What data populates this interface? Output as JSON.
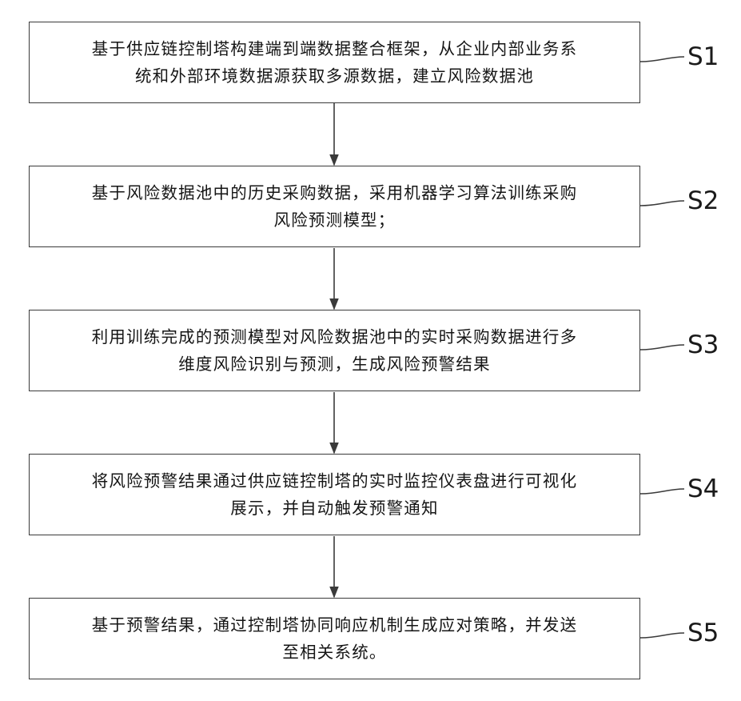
{
  "flowchart": {
    "steps": [
      {
        "label": "S1",
        "text_line1": "基于供应链控制塔构建端到端数据整合框架，从企业内部业务系",
        "text_line2": "统和外部环境数据源获取多源数据，建立风险数据池"
      },
      {
        "label": "S2",
        "text_line1": "基于风险数据池中的历史采购数据，采用机器学习算法训练采购",
        "text_line2": "风险预测模型；"
      },
      {
        "label": "S3",
        "text_line1": "利用训练完成的预测模型对风险数据池中的实时采购数据进行多",
        "text_line2": "维度风险识别与预测，生成风险预警结果"
      },
      {
        "label": "S4",
        "text_line1": "将风险预警结果通过供应链控制塔的实时监控仪表盘进行可视化",
        "text_line2": "展示，并自动触发预警通知"
      },
      {
        "label": "S5",
        "text_line1": "基于预警结果，通过控制塔协同响应机制生成应对策略，并发送",
        "text_line2": "至相关系统。"
      }
    ],
    "colors": {
      "line": "#3a3a3a",
      "text": "#151515"
    }
  }
}
